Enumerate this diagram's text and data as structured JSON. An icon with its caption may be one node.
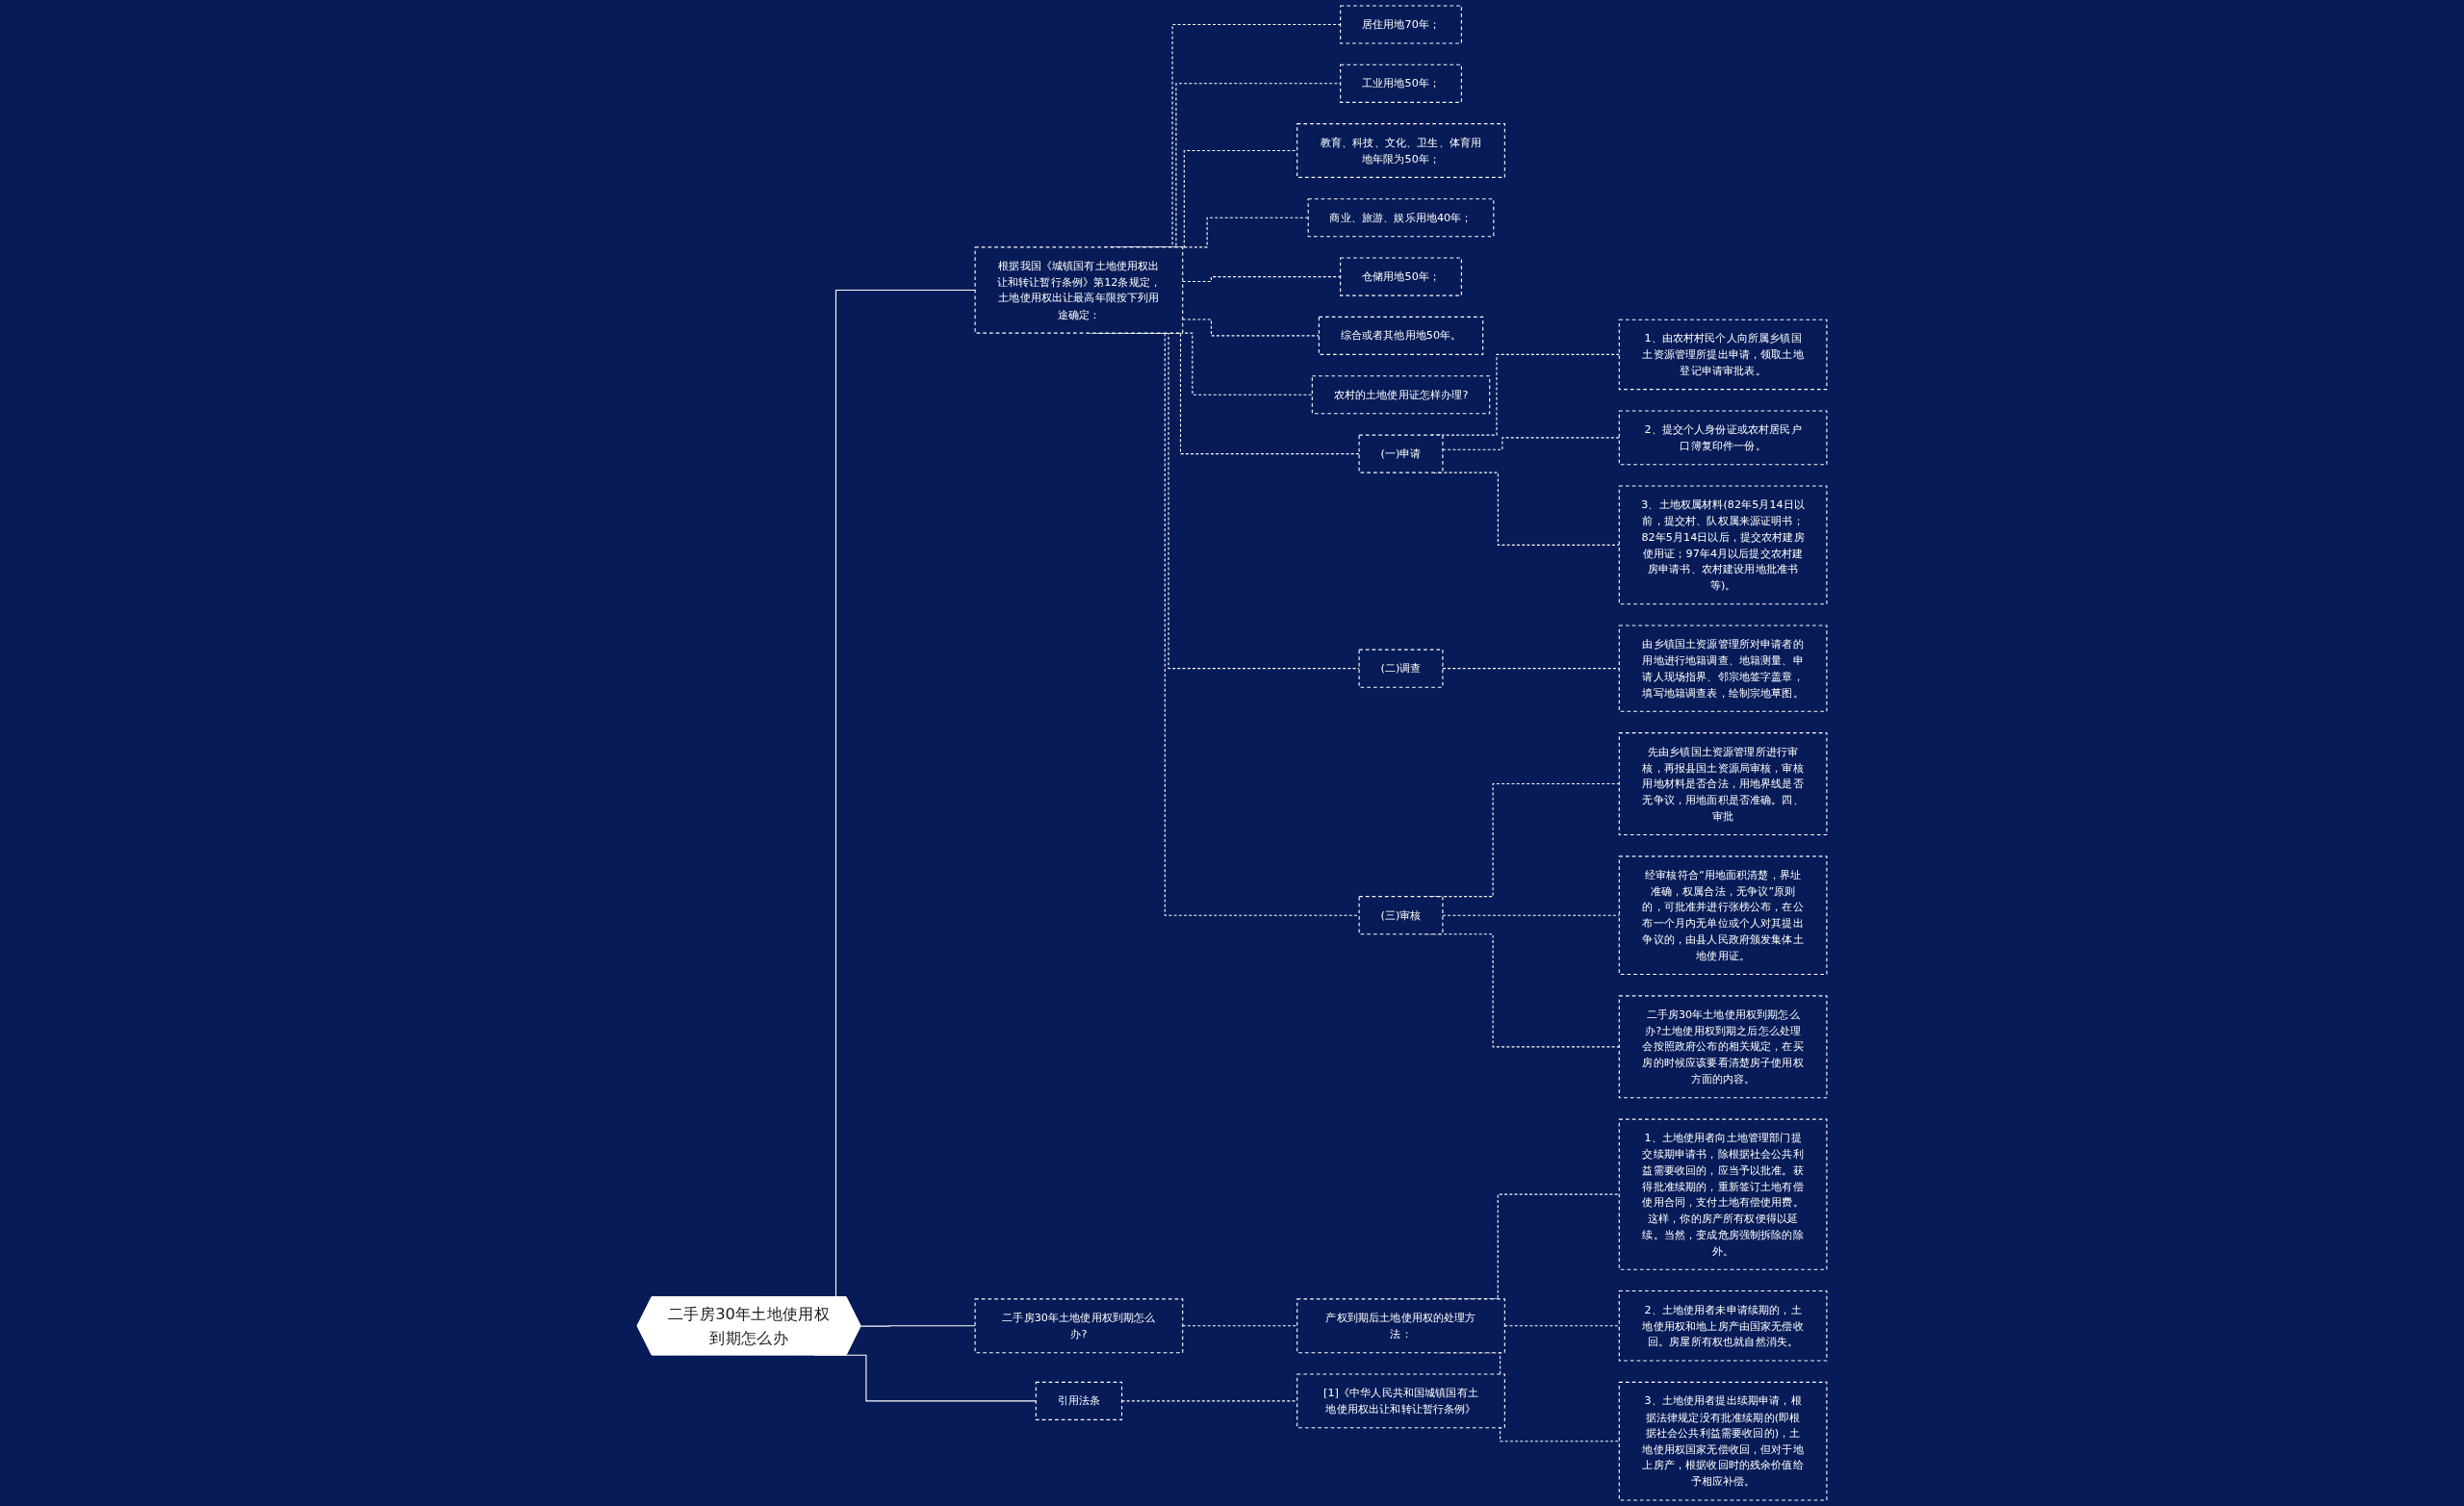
{
  "diagram": {
    "nodes": [
      {
        "text": [
          "二手房30年土地使用权到期怎么办"
        ]
      },
      {
        "text": [
          "根据我国《城镇国有土地使用权出让和转让暂行条例》第12条规定，土地使用权出让最高年限按下列用途确定："
        ]
      },
      {
        "text": [
          "居住用地70年；"
        ]
      },
      {
        "text": [
          "工业用地50年；"
        ]
      },
      {
        "text": [
          "教育、科技、文化、卫生、体育用地年限为50年；"
        ]
      },
      {
        "text": [
          "商业、旅游、娱乐用地40年；"
        ]
      },
      {
        "text": [
          "仓储用地50年；"
        ]
      },
      {
        "text": [
          "综合或者其他用地50年。"
        ]
      },
      {
        "text": [
          "农村的土地使用证怎样办理?"
        ]
      },
      {
        "text": [
          "(一)申请"
        ]
      },
      {
        "text": [
          "1、由农村村民个人向所属乡镇国土资源管理所提出申请，领取土地登记申请审批表。"
        ]
      },
      {
        "text": [
          "2、提交个人身份证或农村居民户口簿复印件一份。"
        ]
      },
      {
        "text": [
          "3、土地权属材料(82年5月14日以前，提交村、队权属来源证明书；82年5月14日以后，提交农村建房使用证；97年4月以后提交农村建房申请书、农村建设用地批准书等)。"
        ]
      },
      {
        "text": [
          "(二)调查"
        ]
      },
      {
        "text": [
          "由乡镇国土资源管理所对申请者的用地进行地籍调查、地籍测量、申请人现场指界、邻宗地签字盖章，填写地籍调查表，绘制宗地草图。"
        ]
      },
      {
        "text": [
          "(三)审核"
        ]
      },
      {
        "text": [
          "先由乡镇国土资源管理所进行审核，再报县国土资源局审核，审核用地材料是否合法，用地界线是否无争议，用地面积是否准确。四、审批"
        ]
      },
      {
        "text": [
          "经审核符合“用地面积清楚，界址准确，权属合法，无争议”原则的，可批准并进行张榜公布，在公布一个月内无单位或个人对其提出争议的，由县人民政府颁发集体土地使用证。"
        ]
      },
      {
        "text": [
          "二手房30年土地使用权到期怎么办?土地使用权到期之后怎么处理会按照政府公布的相关规定，在买房的时候应该要看清楚房子使用权方面的内容。"
        ]
      },
      {
        "text": [
          "二手房30年土地使用权到期怎么办?"
        ]
      },
      {
        "text": [
          "产权到期后土地使用权的处理方法："
        ]
      },
      {
        "text": [
          "1、土地使用者向土地管理部门提交续期申请书，除根据社会公共利益需要收回的，应当予以批准。获得批准续期的，重新签订土地有偿使用合同，支付土地有偿使用费。这样，你的房产所有权便得以延续。当然，变成危房强制拆除的除外。"
        ]
      },
      {
        "text": [
          "2、土地使用者未申请续期的，土地使用权和地上房产由国家无偿收回。房屋所有权也就自然消失。"
        ]
      },
      {
        "text": [
          "3、土地使用者提出续期申请，根据法律规定没有批准续期的(即根据社会公共利益需要收回的)，土地使用权国家无偿收回，但对于地上房产，根据收回时的残余价值给予相应补偿。"
        ]
      },
      {
        "text": [
          "引用法条"
        ]
      },
      {
        "text": [
          "[1]《中华人民共和国城镇国有土地使用权出让和转让暂行条例》"
        ]
      }
    ],
    "edges": [
      {
        "from": 0,
        "to": 1,
        "arrow": "none"
      },
      {
        "from": 1,
        "to": 2,
        "arrow": "none",
        "style": "dashed"
      },
      {
        "from": 1,
        "to": 3,
        "arrow": "none",
        "style": "dashed"
      },
      {
        "from": 1,
        "to": 4,
        "arrow": "none",
        "style": "dashed"
      },
      {
        "from": 1,
        "to": 5,
        "arrow": "none",
        "style": "dashed"
      },
      {
        "from": 1,
        "to": 6,
        "arrow": "none",
        "style": "dashed"
      },
      {
        "from": 1,
        "to": 7,
        "arrow": "none",
        "style": "dashed"
      },
      {
        "from": 1,
        "to": 8,
        "arrow": "none",
        "style": "dashed"
      },
      {
        "from": 1,
        "to": 9,
        "arrow": "none",
        "style": "dashed"
      },
      {
        "from": 9,
        "to": 10,
        "arrow": "none",
        "style": "dashed"
      },
      {
        "from": 9,
        "to": 11,
        "arrow": "none",
        "style": "dashed"
      },
      {
        "from": 9,
        "to": 12,
        "arrow": "none",
        "style": "dashed"
      },
      {
        "from": 1,
        "to": 13,
        "arrow": "none",
        "style": "dashed"
      },
      {
        "from": 13,
        "to": 14,
        "arrow": "none",
        "style": "dashed"
      },
      {
        "from": 1,
        "to": 15,
        "arrow": "none",
        "style": "dashed"
      },
      {
        "from": 15,
        "to": 16,
        "arrow": "none",
        "style": "dashed"
      },
      {
        "from": 15,
        "to": 17,
        "arrow": "none",
        "style": "dashed"
      },
      {
        "from": 15,
        "to": 18,
        "arrow": "none",
        "style": "dashed"
      },
      {
        "from": 0,
        "to": 19,
        "arrow": "none"
      },
      {
        "from": 19,
        "to": 20,
        "arrow": "none",
        "style": "dashed"
      },
      {
        "from": 20,
        "to": 21,
        "arrow": "none",
        "style": "dashed"
      },
      {
        "from": 20,
        "to": 22,
        "arrow": "none",
        "style": "dashed"
      },
      {
        "from": 20,
        "to": 23,
        "arrow": "none",
        "style": "dashed"
      },
      {
        "from": 0,
        "to": 24,
        "arrow": "none"
      },
      {
        "from": 24,
        "to": 25,
        "arrow": "none",
        "style": "dashed"
      }
    ]
  }
}
